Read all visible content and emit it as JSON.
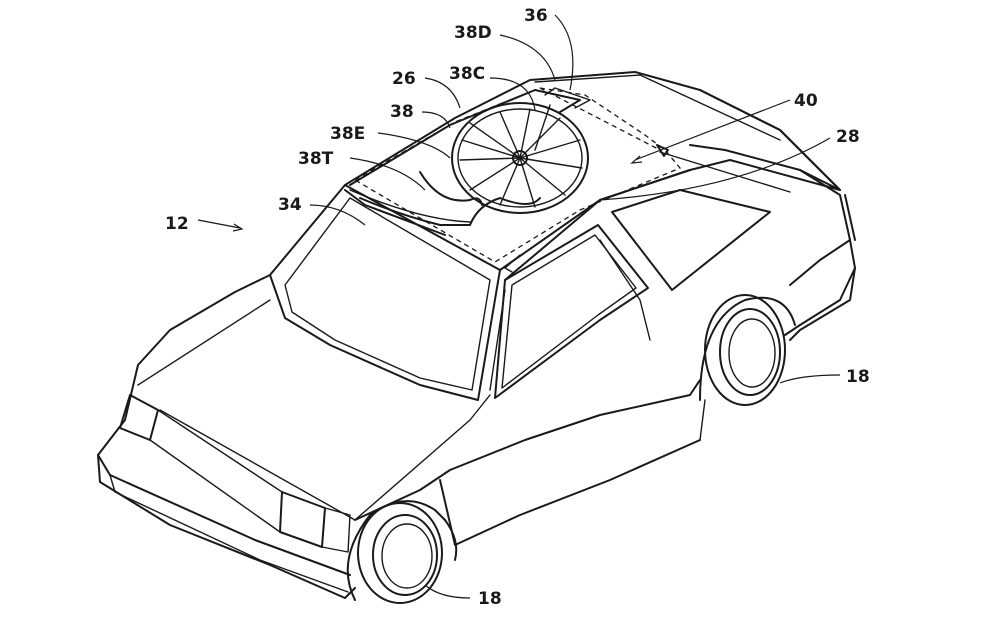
{
  "figure": {
    "labels": {
      "vehicle": "12",
      "roof": "26",
      "roof_side": "28",
      "windshield_edge": "34",
      "fan_assembly": "36",
      "sunroof_panel": "38",
      "panel_c": "38C",
      "panel_d": "38D",
      "panel_e": "38E",
      "panel_t": "38T",
      "arrow_40": "40",
      "wheel_rear": "18",
      "wheel_front": "18"
    }
  }
}
